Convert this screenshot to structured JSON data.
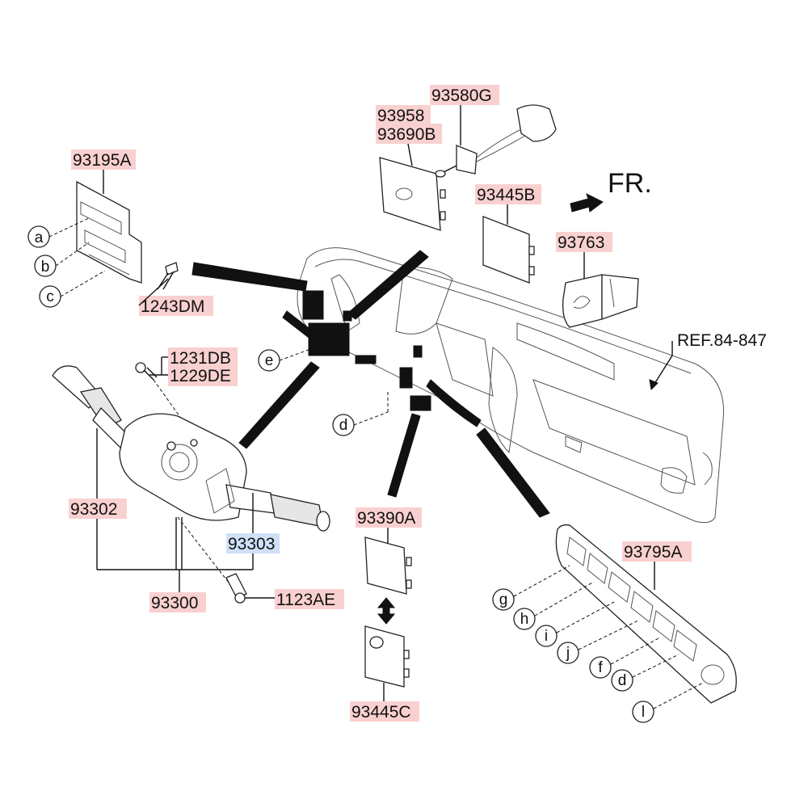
{
  "parts": {
    "p93195A": "93195A",
    "p1243DM": "1243DM",
    "p1231DB": "1231DB",
    "p1229DE": "1229DE",
    "p93302": "93302",
    "p93303": "93303",
    "p93300": "93300",
    "p1123AE": "1123AE",
    "p93958": "93958",
    "p93690B": "93690B",
    "p93580G": "93580G",
    "p93445B": "93445B",
    "p93763": "93763",
    "p93390A": "93390A",
    "p93445C": "93445C",
    "p93795A": "93795A"
  },
  "ref": "REF.84-847",
  "direction": "FR.",
  "callouts": {
    "a": "a",
    "b": "b",
    "c": "c",
    "e": "e",
    "d1": "d",
    "g": "g",
    "h": "h",
    "i": "i",
    "j": "j",
    "f": "f",
    "d2": "d",
    "l": "l"
  },
  "colors": {
    "part_label_bg": "#f9d0d0",
    "highlight_label_bg": "#cfe0f7",
    "line": "#111111"
  }
}
